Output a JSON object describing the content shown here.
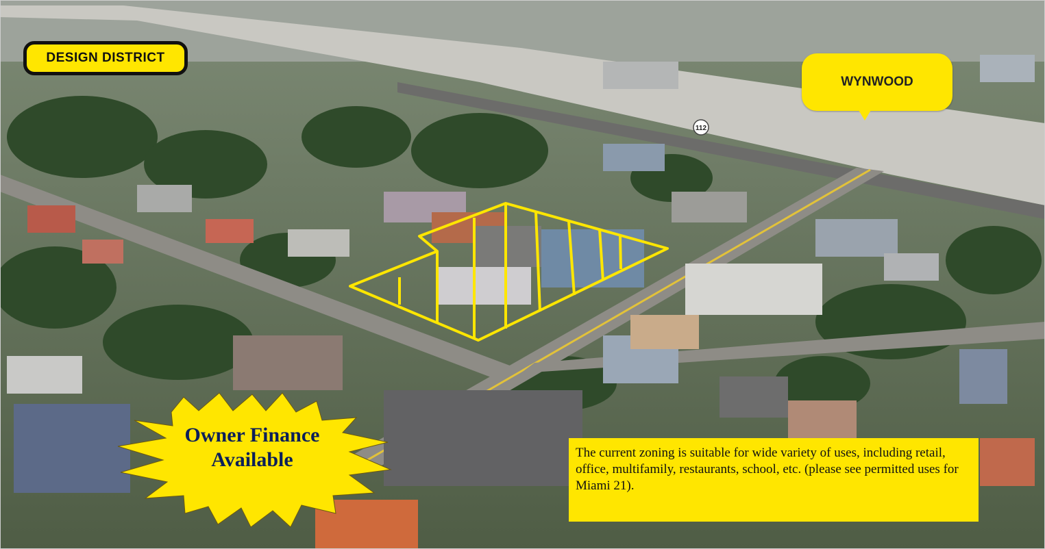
{
  "labels": {
    "design_district": "DESIGN DISTRICT",
    "wynwood": "WYNWOOD",
    "highway_shield": "112"
  },
  "promo": {
    "line1": "Owner Finance",
    "line2": "Available"
  },
  "info": {
    "text": "The current zoning is suitable for wide variety of uses, including retail, office, multifamily, restaurants, school, etc. (please see permitted uses for Miami 21)."
  },
  "colors": {
    "highlight": "#ffe600",
    "outline": "#111111",
    "promo_text": "#0b1f5a"
  }
}
